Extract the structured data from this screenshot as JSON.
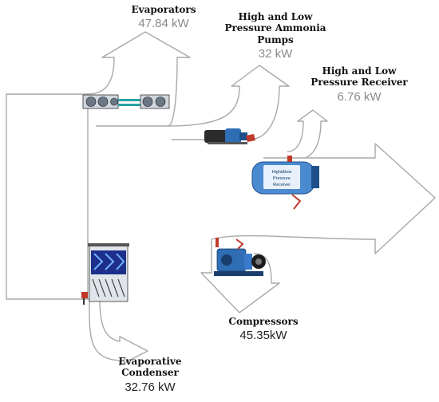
{
  "colors": {
    "arrow_stroke": "#a8a8a8",
    "value_text": "#8a8a8a",
    "equipment_blue": "#2f6db5",
    "receiver_tank": "#4a8ad0"
  },
  "labels": {
    "evaporators": {
      "name": "Evaporators",
      "value": "47.84 kW"
    },
    "pumps": {
      "name": "High and Low Pressure Ammonia Pumps",
      "value": "32 kW"
    },
    "receiver": {
      "name": "High and Low Pressure Receiver",
      "value": "6.76 kW"
    },
    "compressors": {
      "name": "Compressors",
      "value": "45.35kW"
    },
    "condenser": {
      "name": "Evaporative Condenser",
      "value": "32.76 kW"
    }
  },
  "equipment": {
    "receiver_tank_label": [
      "Hight&low",
      "Pressure",
      "Receiver"
    ]
  },
  "icons": [
    "evaporator-units-icon",
    "ammonia-pump-icon",
    "receiver-tank-icon",
    "compressor-icon",
    "evaporative-condenser-icon"
  ]
}
